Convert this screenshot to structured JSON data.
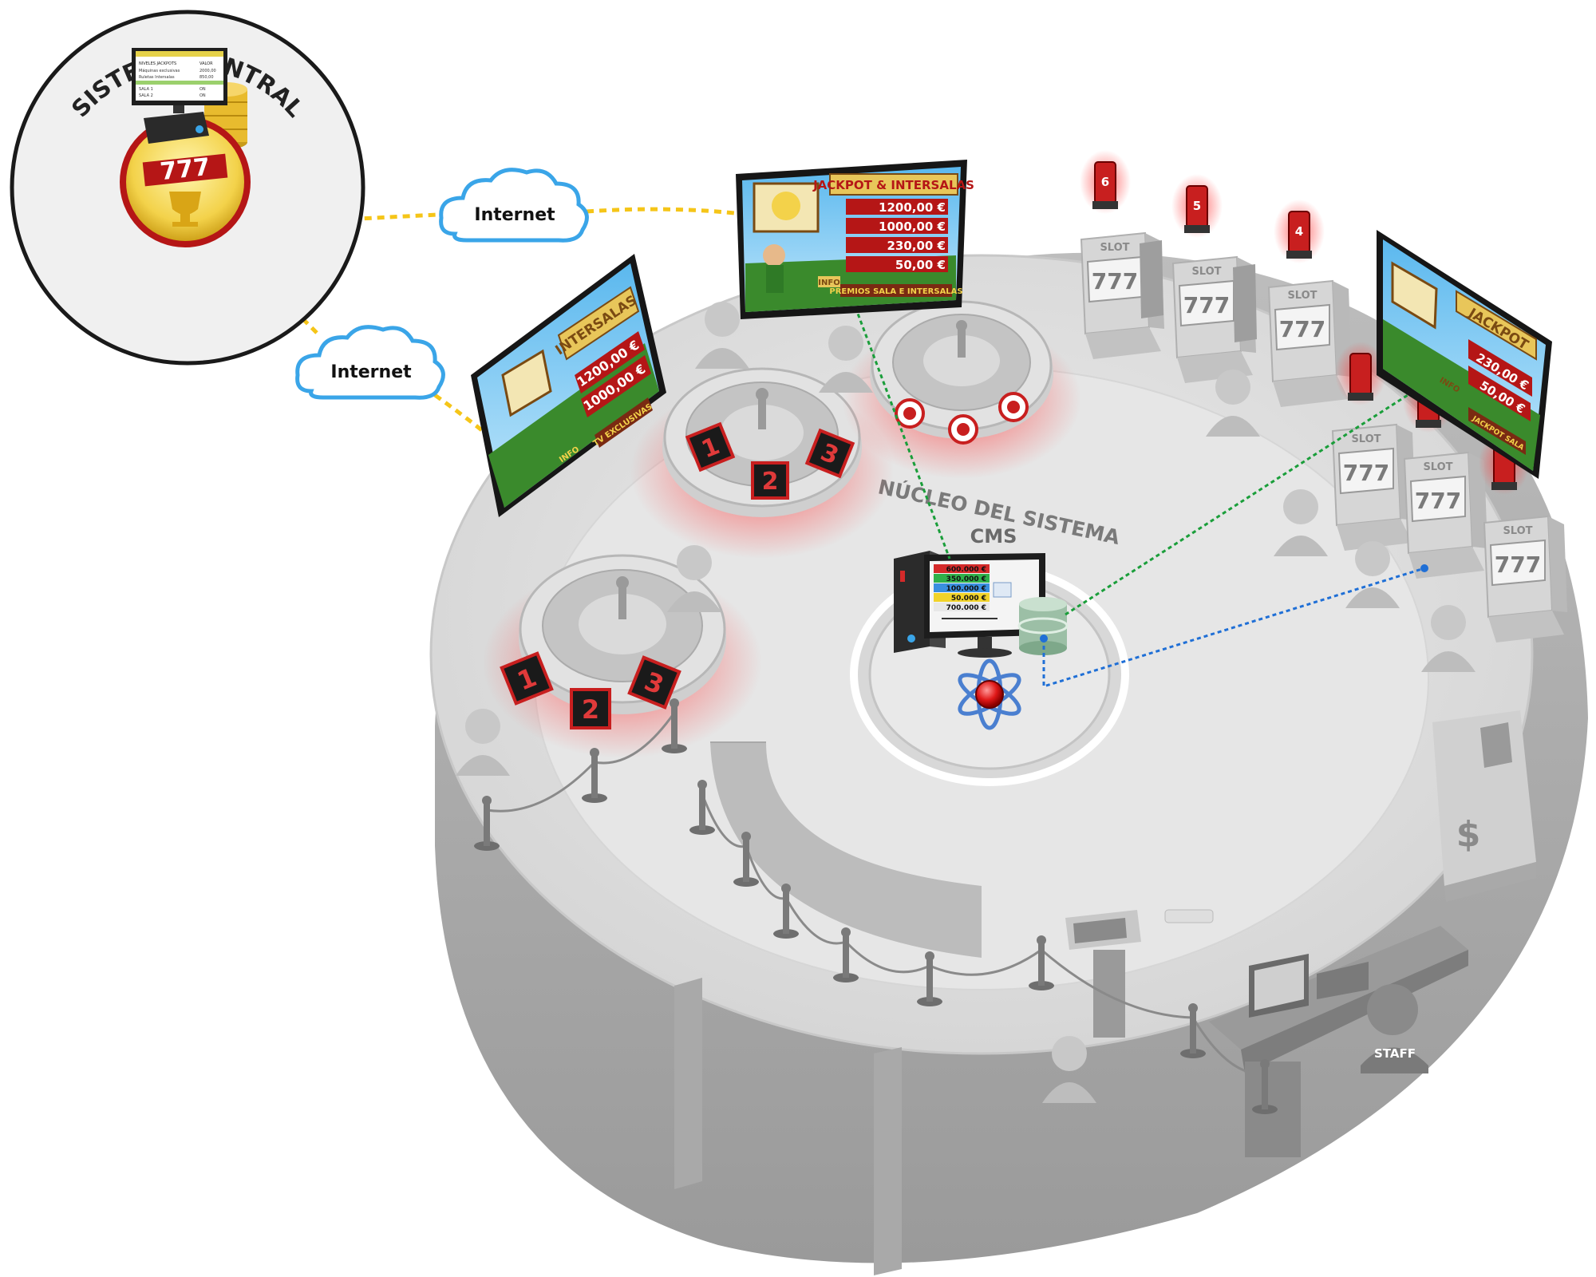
{
  "central": {
    "title": "SISTEMA CENTRAL",
    "logo_text": "777",
    "mini_table_headers": [
      "NIVELES JACKPOTS",
      "VALOR"
    ],
    "mini_rows": [
      [
        "Máquinas exclusivas",
        "2000,00"
      ],
      [
        "Ruletas Intersalas",
        "850,00"
      ],
      [
        "SALA 1",
        "ON"
      ],
      [
        "SALA 2",
        "ON"
      ]
    ]
  },
  "internet": {
    "label_1": "Internet",
    "label_2": "Internet"
  },
  "core": {
    "title": "NÚCLEO DEL SISTEMA",
    "subtitle": "CMS"
  },
  "cms_values": [
    "600.000 €",
    "350.000 €",
    "100.000 €",
    "50.000 €",
    "700.000 €"
  ],
  "screen_main": {
    "title": "JACKPOT & INTERSALAS",
    "values": [
      "1200,00 €",
      "1000,00 €",
      "230,00 €",
      "50,00 €"
    ],
    "info": "INFO",
    "footer": "PREMIOS SALA E INTERSALAS"
  },
  "screen_left": {
    "title": "INTERSALAS",
    "values": [
      "1200,00 €",
      "1000,00 €"
    ],
    "info": "INFO",
    "footer": "TV EXCLUSIVAS"
  },
  "screen_right": {
    "title": "JACKPOT",
    "values": [
      "230,00 €",
      "50,00 €"
    ],
    "info": "INFO",
    "footer": "JACKPOT SALA"
  },
  "slot_label": "SLOT",
  "slot_reels": "777",
  "beacons": [
    "6",
    "5",
    "4"
  ],
  "roulette_markers": [
    "1",
    "2",
    "3"
  ],
  "staff_label": "STAFF",
  "atm_symbol": "$",
  "colors": {
    "dash_yellow": "#f5c518",
    "dash_green": "#1a9e3a",
    "dash_blue": "#1f6fd6",
    "cloud_blue": "#3aa5e8",
    "screen_red": "#c0261f",
    "screen_bg": "#3a8a2c",
    "sign_gold": "#e8c65a"
  }
}
